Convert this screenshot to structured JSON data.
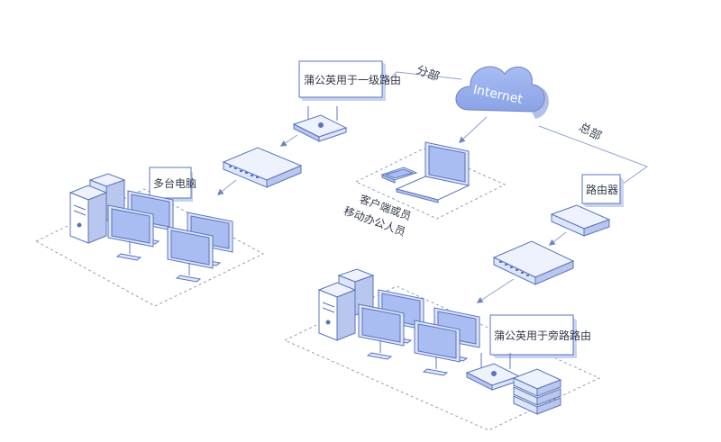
{
  "cloud": {
    "label": "Internet"
  },
  "branch": {
    "link_label": "分部",
    "router_tag": "蒲公英用于一级路由",
    "pcs_tag": "多台电脑"
  },
  "hq": {
    "link_label": "总部",
    "router_tag": "路由器",
    "bypass_tag": "蒲公英用于旁路路由"
  },
  "mobile": {
    "line1": "客户端或员",
    "line2": "移动办公人员"
  },
  "colors": {
    "stroke": "#5a74b8",
    "fill_light": "#dde5fb",
    "fill_mid": "#b9c7ef",
    "dash": "#8f9cbf",
    "line": "#8fa0cc"
  }
}
